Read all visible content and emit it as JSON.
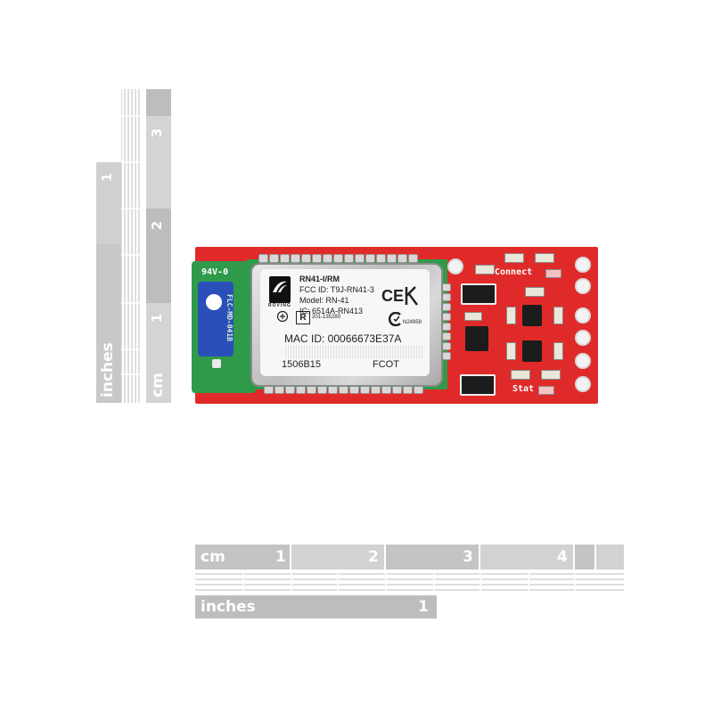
{
  "vertical_ruler": {
    "unit_cm": "cm",
    "unit_inches": "inches",
    "cm_numbers": [
      "1",
      "2",
      "3"
    ],
    "inch_numbers": [
      "1"
    ]
  },
  "horizontal_ruler": {
    "unit_cm": "cm",
    "unit_inches": "inches",
    "cm_numbers": [
      "1",
      "2",
      "3",
      "4"
    ],
    "inch_numbers": [
      "1"
    ]
  },
  "module_label": {
    "model_line": "RN41-I/RM",
    "fcc_id": "FCC ID: T9J-RN41-3",
    "model": "Model: RN-41",
    "ic": "IC: 6514A-RN413",
    "brand": "ROVING",
    "cert_number": "201-135280",
    "ce_mark": "CE",
    "c_tick_code": "N24959",
    "mac_id": "MAC ID: 00066673E37A",
    "lot_code": "1506B15",
    "fcot": "FCOT"
  },
  "silkscreen": {
    "board_rating": "94V-0",
    "connect_label": "Connect",
    "stat_label": "Stat",
    "antenna_code": "FLC-MD-041B"
  },
  "colors": {
    "pcb_red": "#e02a2a",
    "module_green": "#2f9a4a",
    "ruler_gray": "#c8c8c8"
  }
}
